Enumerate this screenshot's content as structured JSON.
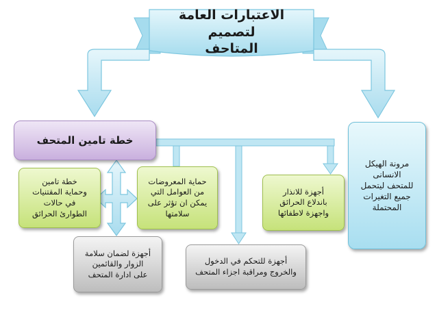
{
  "diagram": {
    "title": "الاعتبارات العامة لتصميم\nالمتاحف",
    "nodes": {
      "plan": "خطة تامين المتحف",
      "protect": "خطة تامين\nوحماية المقتنيات\nفي حالات\nالطوارئ الحرائق",
      "exhibits": "حماية المعروضات\nمن العوامل التي\nيمكن ان تؤثر على\nسلامتها",
      "alarm": "أجهزة للانذار\nباندلاع الحرائق\nواجهزة لاطفائها",
      "safety": "أجهزة لضمان سلامة\nالزوار والقائمين\nعلى ادارة المتحف",
      "entry": "أجهزة للتحكم في الدخول\nوالخروج ومراقبة اجزاء المتحف",
      "flex": "مرونة الهيكل\nالانسانى\nللمتحف ليتحمل\nجميع التغيرات\nالمحتملة"
    },
    "colors": {
      "arrow_fill": "#bfe6f3",
      "arrow_stroke": "#7cc6df",
      "banner_fill": "#bfe6f3",
      "banner_stroke": "#7cc6df"
    }
  }
}
